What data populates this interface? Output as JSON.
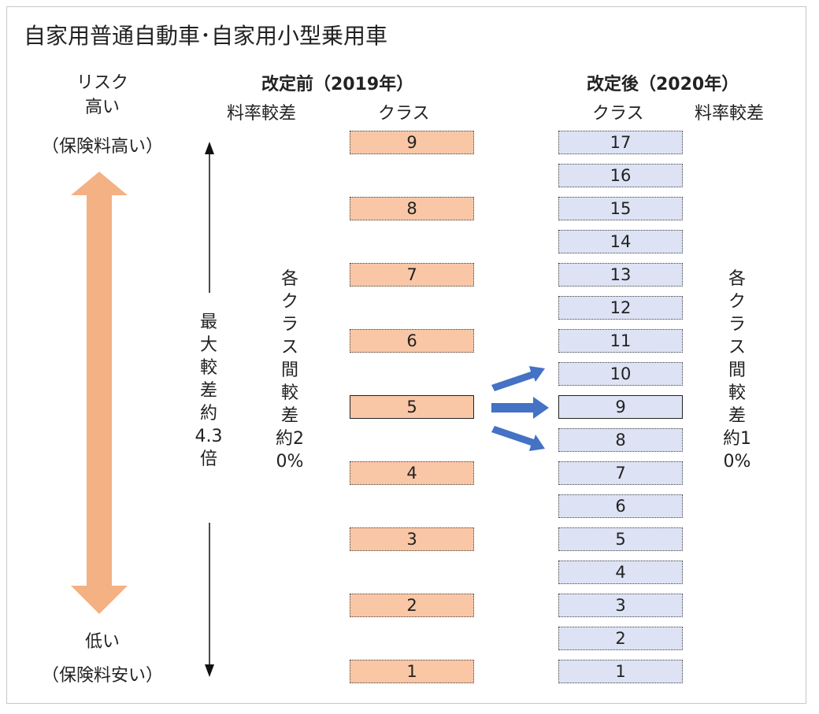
{
  "title": "自家用普通自動車･自家用小型乗用車",
  "risk": {
    "high_line1": "リスク",
    "high_line2": "高い",
    "high_line3": "（保険料高い）",
    "low_line1": "低い",
    "low_line2": "（保険料安い）"
  },
  "before": {
    "header": "改定前（2019年）",
    "col_rate": "料率較差",
    "col_class": "クラス",
    "classes": [
      "9",
      "8",
      "7",
      "6",
      "5",
      "4",
      "3",
      "2",
      "1"
    ],
    "highlight": "5",
    "gap_note": "各クラス間較差約20%"
  },
  "after": {
    "header": "改定後（2020年）",
    "col_class": "クラス",
    "col_rate": "料率較差",
    "classes": [
      "17",
      "16",
      "15",
      "14",
      "13",
      "12",
      "11",
      "10",
      "9",
      "8",
      "7",
      "6",
      "5",
      "4",
      "3",
      "2",
      "1"
    ],
    "highlight": "9",
    "gap_note": "各クラス間較差約10%"
  },
  "max_gap_note": "最大較差約4.3倍",
  "colors": {
    "orange_fill": "#f9c7a6",
    "orange_arrow": "#f4b183",
    "blue_fill": "#dde3f4",
    "blue_arrow": "#4472c4"
  }
}
